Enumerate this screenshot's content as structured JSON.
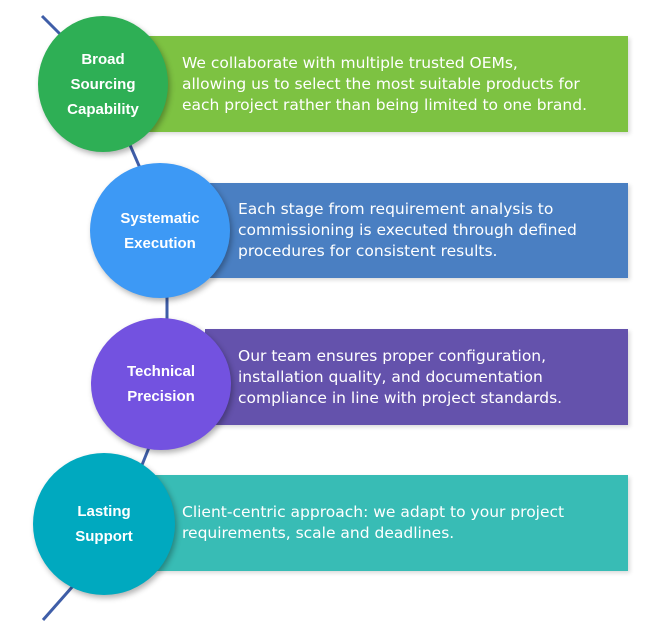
{
  "colors": {
    "line": "#3f5ea8"
  },
  "items": [
    {
      "title": "Broad\nSourcing\nCapability",
      "text": "We collaborate with multiple trusted OEMs,\nallowing us to select the most suitable products for\neach project rather than being limited to one brand.",
      "circle_color": "#2eaf55",
      "box_color": "#7dc242"
    },
    {
      "title": "Systematic\nExecution",
      "text": "Each stage from requirement analysis to\ncommissioning is executed through defined\nprocedures for consistent results.",
      "circle_color": "#3d99f5",
      "box_color": "#4a7fc2"
    },
    {
      "title": "Technical\nPrecision",
      "text": "Our team ensures proper configuration,\ninstallation quality, and documentation\ncompliance in line with project standards.",
      "circle_color": "#7352e0",
      "box_color": "#6452ac"
    },
    {
      "title": "Lasting\nSupport",
      "text": "Client-centric approach: we adapt to your project\nrequirements, scale and deadlines.",
      "circle_color": "#00a9bf",
      "box_color": "#38bcb5"
    }
  ]
}
